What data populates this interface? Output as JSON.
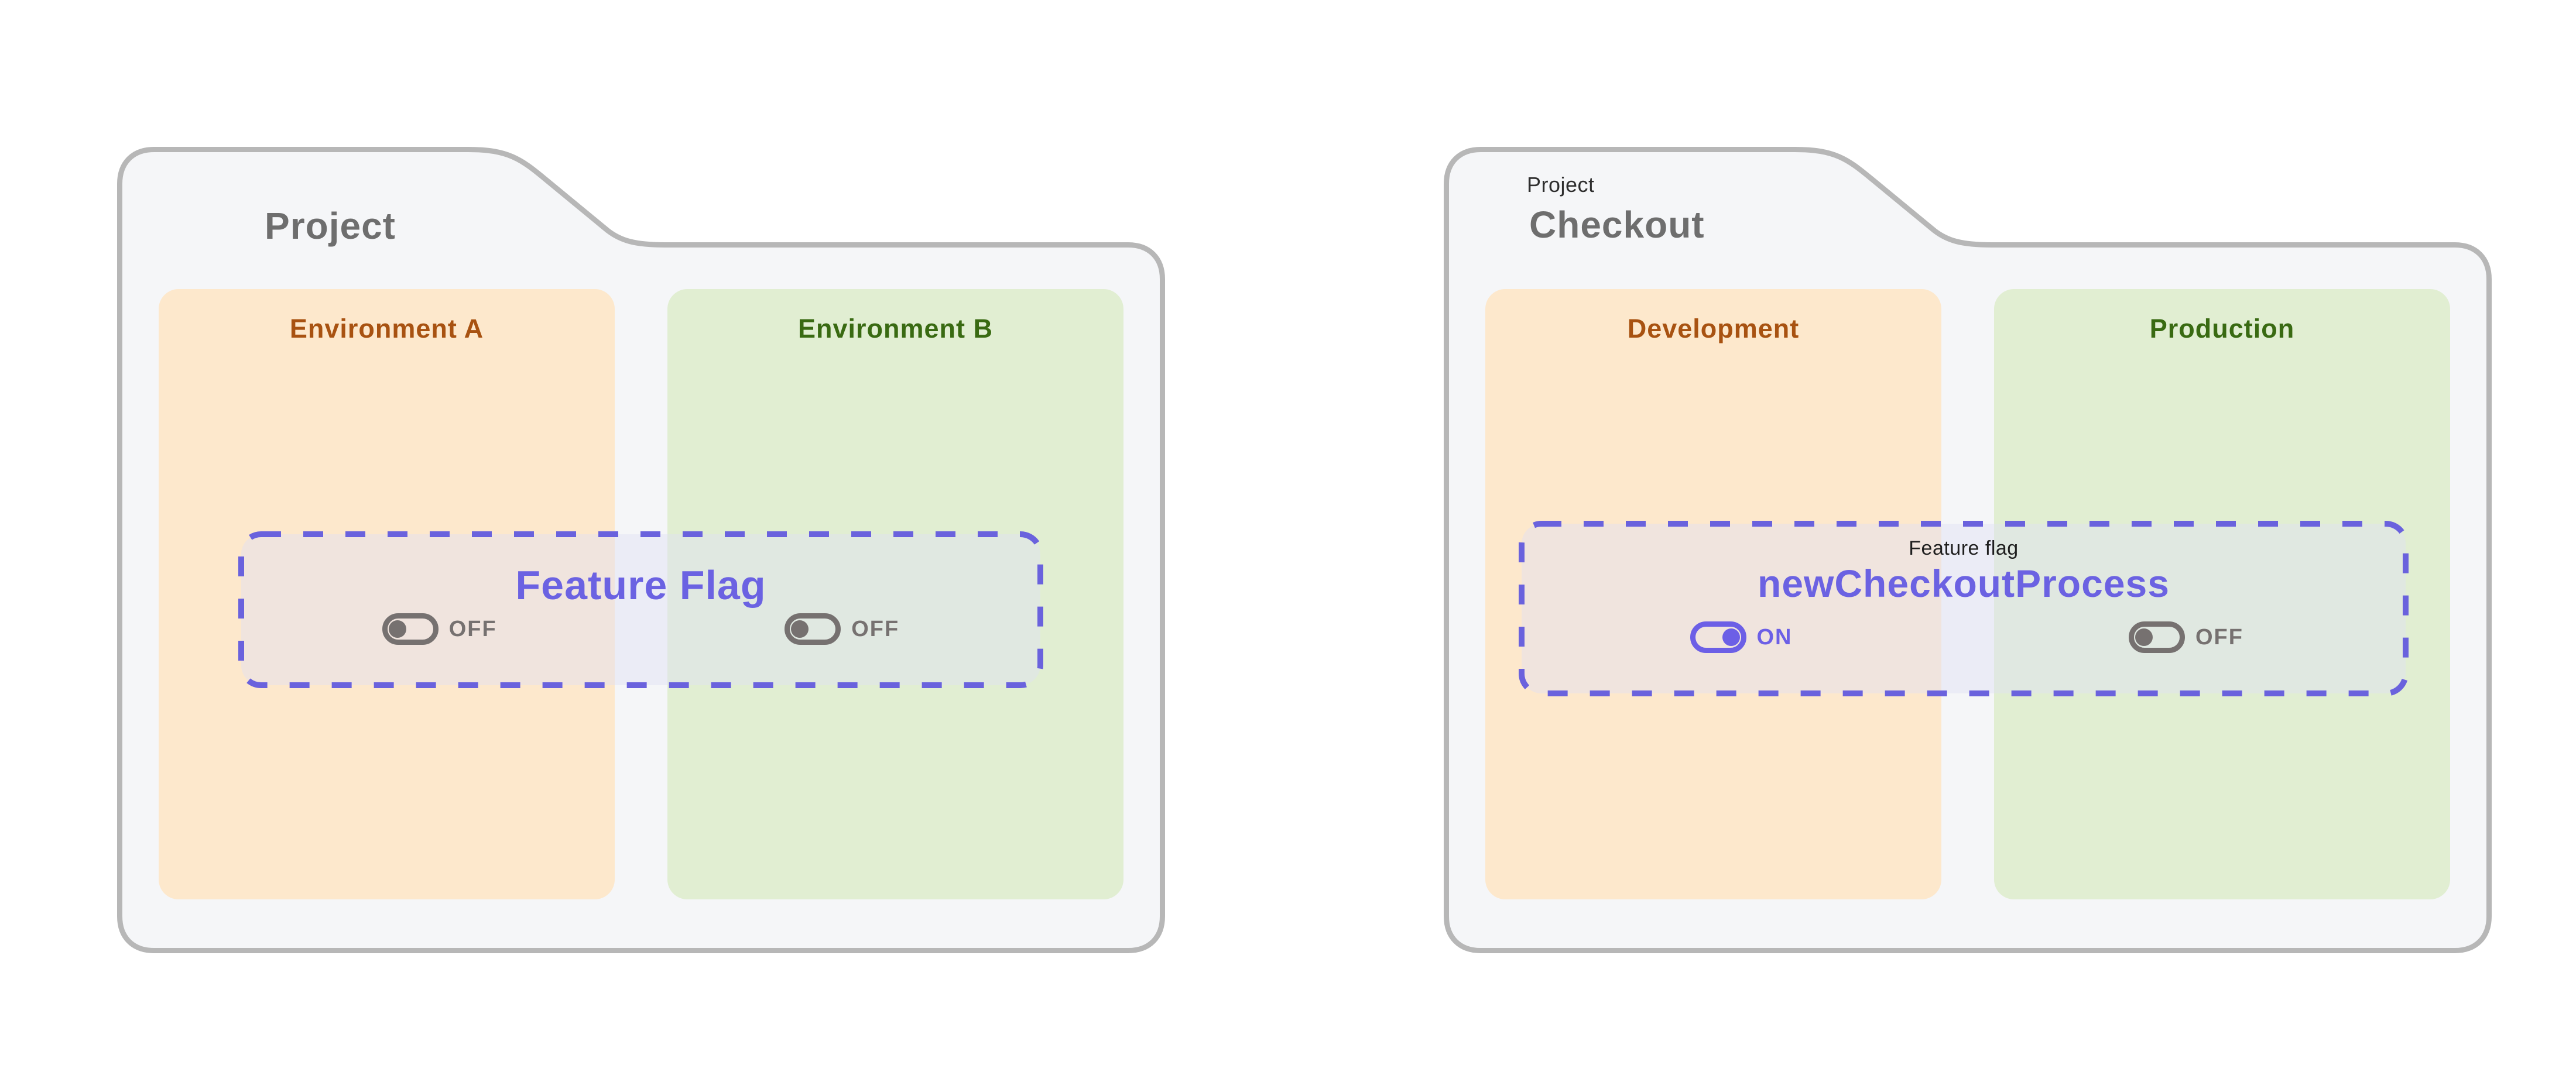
{
  "page": {
    "background": "#ffffff"
  },
  "colors": {
    "folder_fill": "#f5f6f8",
    "folder_border": "#b7b7b7",
    "tab_text": "#6e6e6e",
    "tab_text_small": "#2e2e2e",
    "env_orange_bg": "#fde8cc",
    "env_orange_text": "#a85211",
    "env_green_bg": "#e1eed2",
    "env_green_text": "#396a12",
    "flag_purple_text": "#6b62e2",
    "flag_dash_border": "#6a62dd",
    "flag_overlay_fill": "rgba(224,224,245,0.45)",
    "toggle_on": "#6c5fe6",
    "toggle_off": "#767170",
    "caption_text": "#1f1f1f"
  },
  "folders": [
    {
      "tab_label_small": "",
      "tab_label": "Project",
      "flag": {
        "caption": "",
        "name": "Feature Flag"
      },
      "environments": [
        {
          "name": "Environment A",
          "theme": "orange",
          "toggle": {
            "state": "OFF",
            "on": false
          }
        },
        {
          "name": "Environment B",
          "theme": "green",
          "toggle": {
            "state": "OFF",
            "on": false
          }
        }
      ]
    },
    {
      "tab_label_small": "Project",
      "tab_label": "Checkout",
      "flag": {
        "caption": "Feature flag",
        "name": "newCheckoutProcess"
      },
      "environments": [
        {
          "name": "Development",
          "theme": "orange",
          "toggle": {
            "state": "ON",
            "on": true
          }
        },
        {
          "name": "Production",
          "theme": "green",
          "toggle": {
            "state": "OFF",
            "on": false
          }
        }
      ]
    }
  ]
}
